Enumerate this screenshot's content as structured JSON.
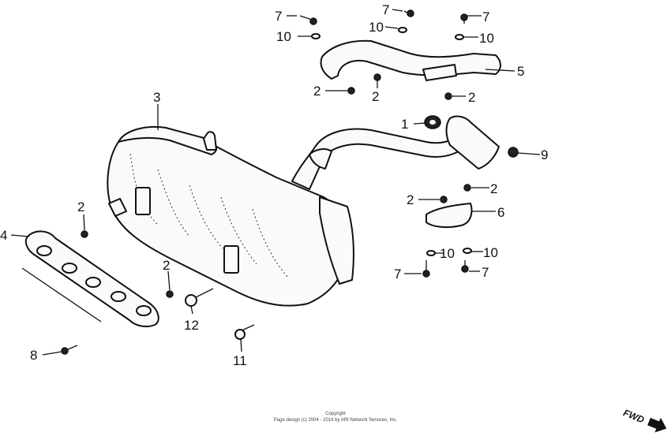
{
  "diagram": {
    "callouts": {
      "c1": "1",
      "c2a": "2",
      "c2b": "2",
      "c2c": "2",
      "c2d": "2",
      "c2e": "2",
      "c2f": "2",
      "c2g": "2",
      "c3": "3",
      "c4": "4",
      "c5": "5",
      "c6": "6",
      "c7a": "7",
      "c7b": "7",
      "c7c": "7",
      "c7d": "7",
      "c7e": "7",
      "c8": "8",
      "c9": "9",
      "c10a": "10",
      "c10b": "10",
      "c10c": "10",
      "c10d": "10",
      "c10e": "10",
      "c11": "11",
      "c12": "12"
    },
    "copyright_line1": "Copyright",
    "copyright_line2": "Page design (c) 2004 - 2014 by ARI Network Services, Inc.",
    "direction_label": "FWD"
  }
}
